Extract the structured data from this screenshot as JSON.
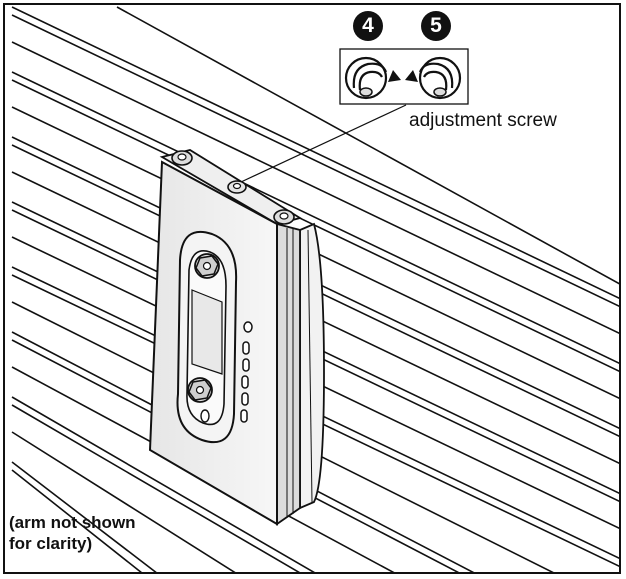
{
  "labels": {
    "adjustment_screw": "adjustment screw",
    "note_line1": "(arm not shown",
    "note_line2": "for clarity)"
  },
  "steps": [
    {
      "number": "4",
      "direction": "clockwise"
    },
    {
      "number": "5",
      "direction": "counter-clockwise"
    }
  ],
  "icons": [
    "rotate-clockwise-icon",
    "rotate-counterclockwise-icon"
  ],
  "colors": {
    "line": "#111111",
    "background": "#ffffff",
    "shade": "#d9d9d9"
  }
}
